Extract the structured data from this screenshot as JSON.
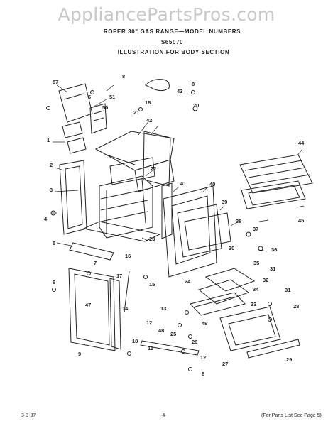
{
  "watermark": "AppliancePartsPros.com",
  "header": {
    "line1": "ROPER 30\" GAS RANGE—MODEL NUMBERS",
    "line2": "S65070",
    "line3": "ILLUSTRATION FOR BODY SECTION"
  },
  "footer": {
    "left": "3-3-87",
    "center": "-4-",
    "right": "(For Parts List See Page 5)"
  },
  "callouts": [
    "57",
    "8",
    "51",
    "6",
    "50",
    "43",
    "8",
    "18",
    "20",
    "21",
    "42",
    "1",
    "2",
    "22",
    "44",
    "3",
    "41",
    "40",
    "4",
    "39",
    "45",
    "38",
    "37",
    "23",
    "5",
    "36",
    "16",
    "30",
    "35",
    "31",
    "7",
    "17",
    "15",
    "24",
    "34",
    "32",
    "6",
    "47",
    "14",
    "13",
    "33",
    "28",
    "12",
    "31",
    "48",
    "49",
    "9",
    "25",
    "26",
    "27",
    "10",
    "12",
    "29",
    "11",
    "8"
  ],
  "colors": {
    "ink": "#222222",
    "watermark": "#c8c8c8",
    "paper": "#ffffff"
  }
}
